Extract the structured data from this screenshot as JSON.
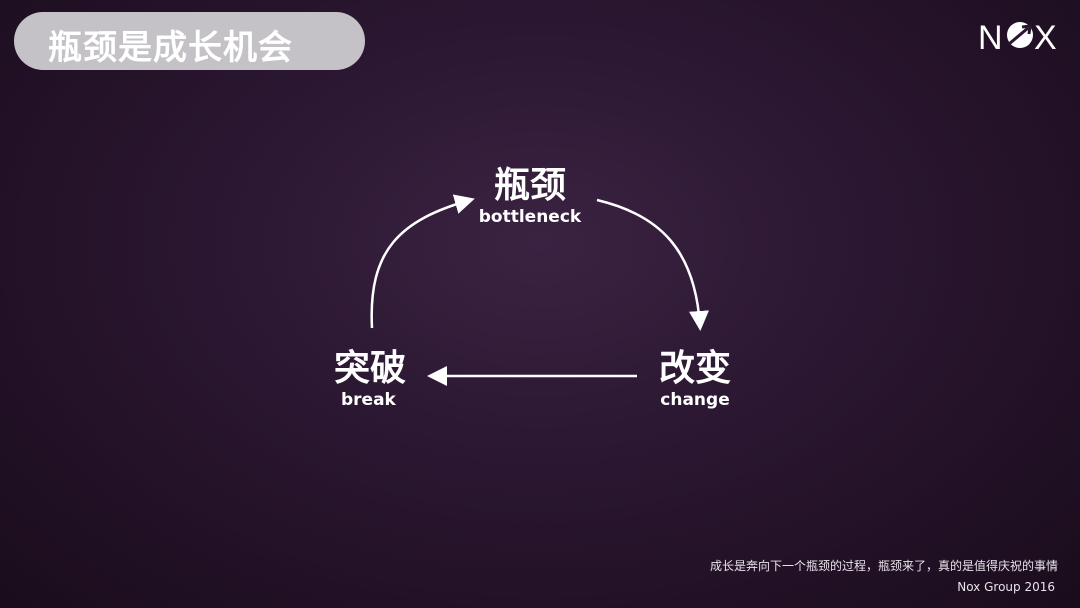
{
  "title": "瓶颈是成长机会",
  "logo": "NOX",
  "nodes": {
    "bottleneck": {
      "cn": "瓶颈",
      "en": "bottleneck"
    },
    "change": {
      "cn": "改变",
      "en": "change"
    },
    "break": {
      "cn": "突破",
      "en": "break"
    }
  },
  "footer": {
    "quote": "成长是奔向下一个瓶颈的过程，瓶颈来了，真的是值得庆祝的事情",
    "credit": "Nox Group 2016"
  }
}
